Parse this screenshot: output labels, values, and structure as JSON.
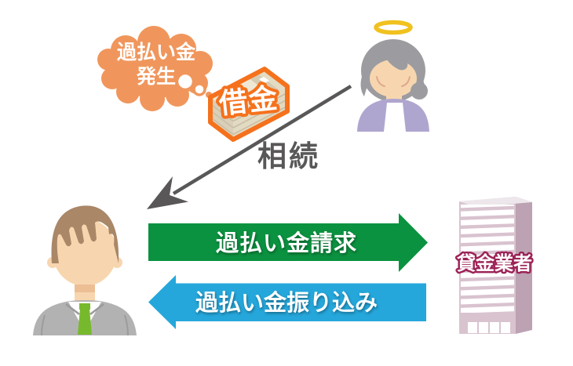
{
  "diagram": {
    "thought_bubble": {
      "line1": "過払い金",
      "line2": "発生"
    },
    "debt_money": {
      "label": "借金"
    },
    "inheritance": {
      "label": "相続"
    },
    "claim_arrow": {
      "label": "過払い金請求"
    },
    "transfer_arrow": {
      "label": "過払い金振り込み"
    },
    "lender_building": {
      "label": "貸金業者"
    }
  },
  "colors": {
    "bubble_orange": "#F0965C",
    "money_outline_orange": "#F5711C",
    "claim_arrow_green": "#0B9240",
    "transfer_arrow_blue": "#25A7DB",
    "inheritance_gray": "#595757",
    "lender_label_maroon": "#9C2256",
    "building_front_pink": "#D9C3CF",
    "building_side_mauve": "#BCA2B3",
    "halo_yellow": "#F1C11F"
  }
}
